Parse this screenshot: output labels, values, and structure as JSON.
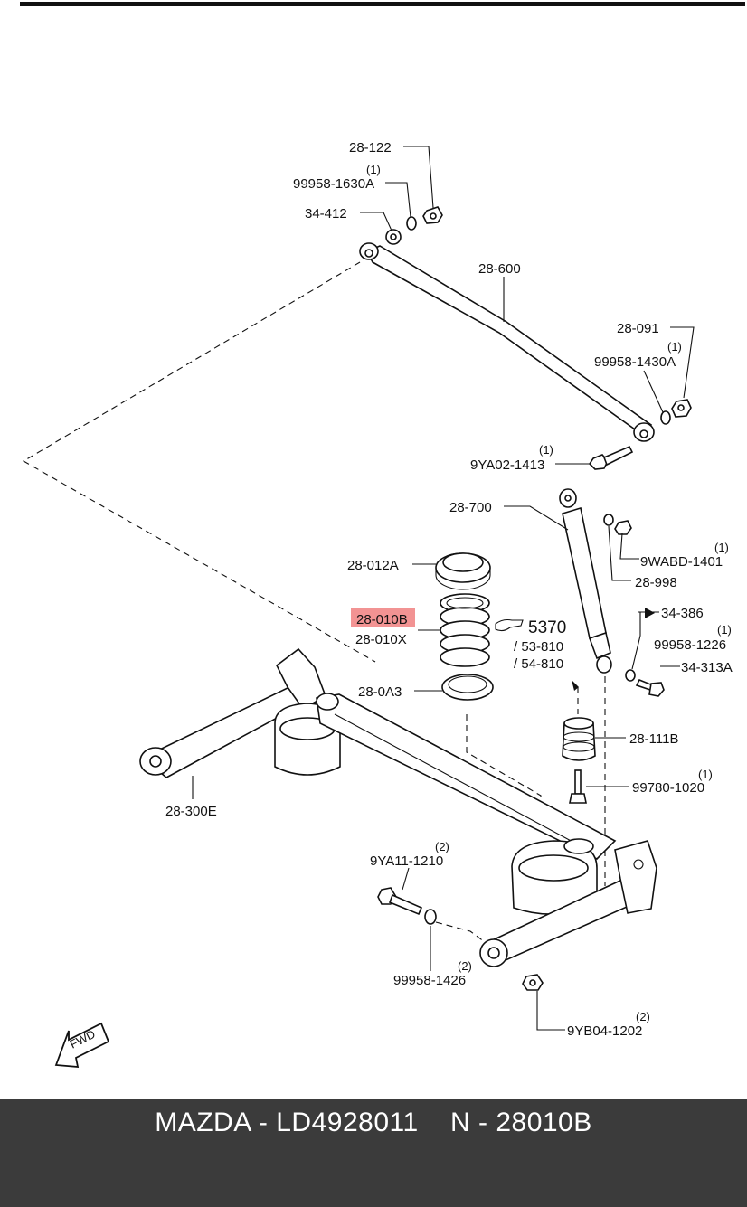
{
  "diagram": {
    "labels": {
      "l_28_122": "28-122",
      "q_1630": "(1)",
      "l_99958_1630a": "99958-1630A",
      "l_34_412": "34-412",
      "l_28_600": "28-600",
      "l_28_091": "28-091",
      "q_1430": "(1)",
      "l_99958_1430a": "99958-1430A",
      "q_1413": "(1)",
      "l_9ya02_1413": "9YA02-1413",
      "l_28_700": "28-700",
      "q_wabd": "(1)",
      "l_9wabd_1401": "9WABD-1401",
      "l_28_998": "28-998",
      "l_28_012a": "28-012A",
      "l_28_010b": "28-010B",
      "l_28_010x": "28-010X",
      "l_5370": "5370",
      "l_53_810": "/ 53-810",
      "l_54_810": "/ 54-810",
      "l_34_386": "34-386",
      "q_1226": "(1)",
      "l_99958_1226": "99958-1226",
      "l_34_313a": "34-313A",
      "l_28_0a3": "28-0A3",
      "l_28_111b": "28-111B",
      "q_1020": "(1)",
      "l_99780_1020": "99780-1020",
      "l_28_300e": "28-300E",
      "q_1210": "(2)",
      "l_9ya11_1210": "9YA11-1210",
      "q_1426": "(2)",
      "l_99958_1426": "99958-1426",
      "q_1202": "(2)",
      "l_9yb04_1202": "9YB04-1202",
      "fwd": "FWD"
    },
    "highlight_color": "#f08080"
  },
  "footer": {
    "text": "MAZDA - LD4928011    N - 28010B"
  },
  "colors": {
    "footer_bg": "#3b3b3b",
    "footer_text": "#ffffff",
    "line": "#111111"
  }
}
